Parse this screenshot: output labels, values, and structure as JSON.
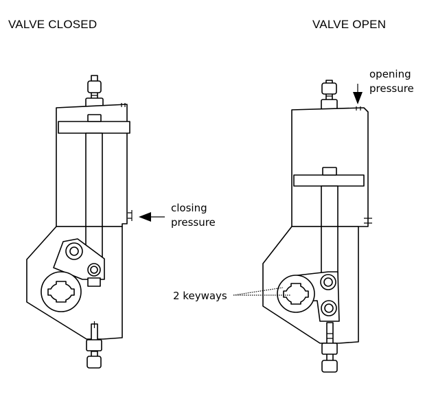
{
  "titles": {
    "closed": "VALVE CLOSED",
    "open": "VALVE OPEN"
  },
  "callouts": {
    "closing": [
      "closing",
      "pressure"
    ],
    "opening": [
      "opening",
      "pressure"
    ],
    "keyways": "2 keyways"
  },
  "colors": {
    "line": "#000000",
    "background": "#ffffff"
  }
}
